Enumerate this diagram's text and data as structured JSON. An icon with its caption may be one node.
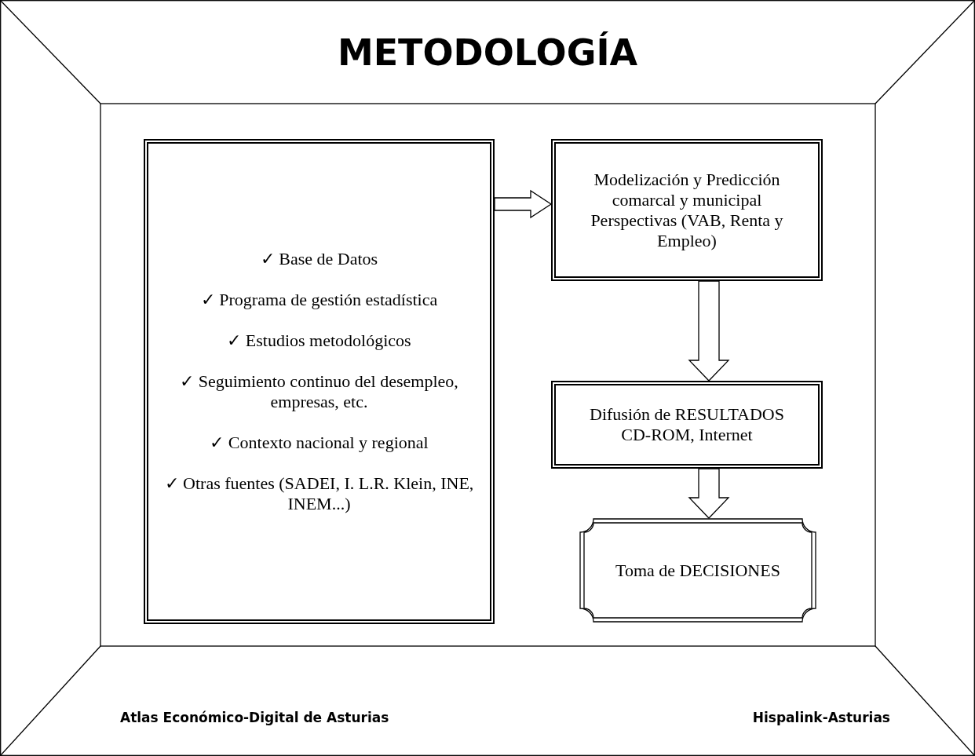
{
  "diagram": {
    "title": "METODOLOGÍA",
    "nodes": [
      {
        "text": [
          "✓ Base de Datos",
          "✓ Programa de gestión estadística",
          "✓ Estudios metodológicos",
          "✓ Seguimiento continuo del desempleo, empresas, etc.",
          "✓ Contexto nacional y regional",
          "✓ Otras fuentes (SADEI, I. L.R. Klein, INE, INEM...)"
        ]
      },
      {
        "text": [
          "Modelización y Predicción comarcal y municipal",
          "Perspectivas (VAB, Renta y Empleo)"
        ]
      },
      {
        "text": [
          "Difusión de RESULTADOS",
          "CD-ROM, Internet"
        ]
      },
      {
        "text": [
          "Toma de DECISIONES"
        ]
      }
    ],
    "edges": [
      {
        "from": 0,
        "to": 1,
        "arrow": "to"
      },
      {
        "from": 1,
        "to": 2,
        "arrow": "to"
      },
      {
        "from": 2,
        "to": 3,
        "arrow": "to"
      }
    ],
    "labels": [
      "Atlas Económico-Digital de Asturias",
      "Hispalink-Asturias"
    ]
  }
}
